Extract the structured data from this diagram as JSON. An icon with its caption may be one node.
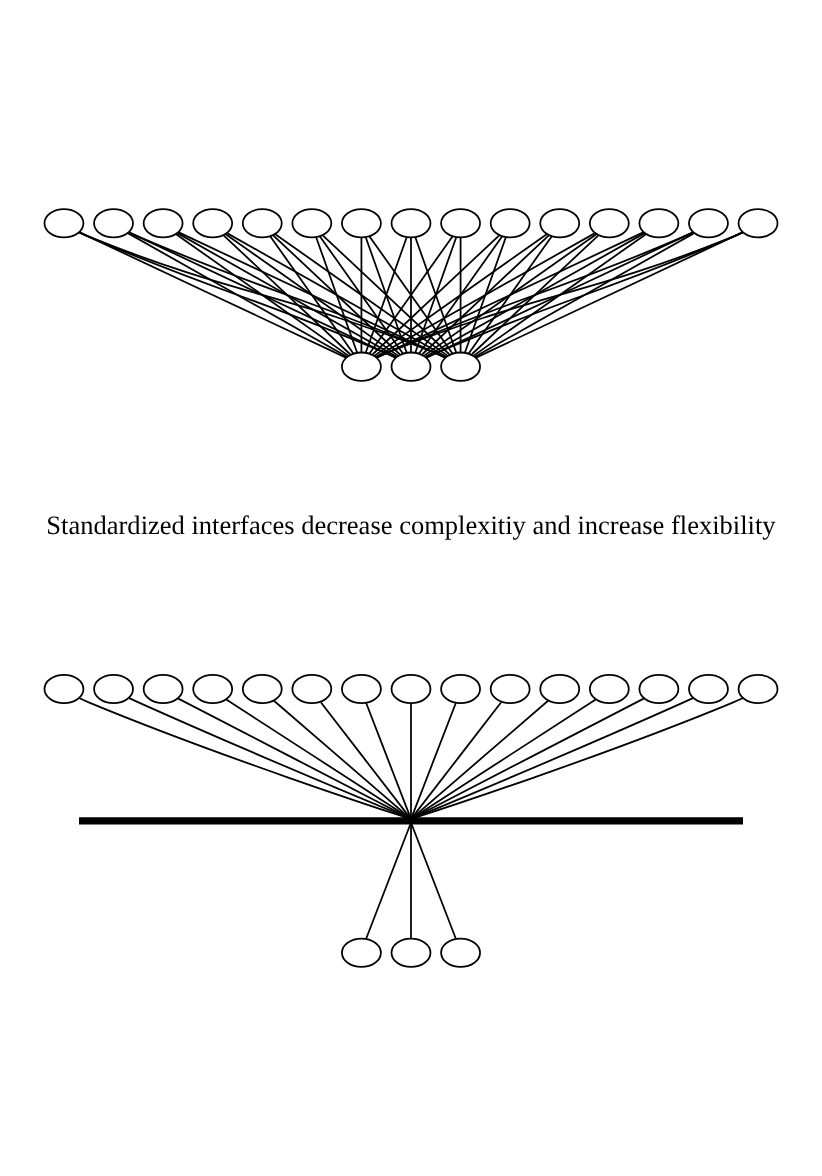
{
  "diagram": {
    "nodes": [
      {
        "text": [],
        "shape": "circle"
      },
      {
        "text": [],
        "shape": "circle"
      },
      {
        "text": [],
        "shape": "circle"
      },
      {
        "text": [],
        "shape": "circle"
      },
      {
        "text": [],
        "shape": "circle"
      },
      {
        "text": [],
        "shape": "circle"
      },
      {
        "text": [],
        "shape": "circle"
      },
      {
        "text": [],
        "shape": "circle"
      },
      {
        "text": [],
        "shape": "circle"
      },
      {
        "text": [],
        "shape": "circle"
      },
      {
        "text": [],
        "shape": "circle"
      },
      {
        "text": [],
        "shape": "circle"
      },
      {
        "text": [],
        "shape": "circle"
      },
      {
        "text": [],
        "shape": "circle"
      },
      {
        "text": [],
        "shape": "circle"
      },
      {
        "text": [],
        "shape": "circle"
      },
      {
        "text": [],
        "shape": "circle"
      },
      {
        "text": [],
        "shape": "circle"
      },
      {
        "text": [],
        "shape": "circle"
      },
      {
        "text": [],
        "shape": "circle"
      },
      {
        "text": [],
        "shape": "circle"
      },
      {
        "text": [],
        "shape": "circle"
      },
      {
        "text": [],
        "shape": "circle"
      },
      {
        "text": [],
        "shape": "circle"
      },
      {
        "text": [],
        "shape": "circle"
      },
      {
        "text": [],
        "shape": "circle"
      },
      {
        "text": [],
        "shape": "circle"
      },
      {
        "text": [],
        "shape": "circle"
      },
      {
        "text": [],
        "shape": "circle"
      },
      {
        "text": [],
        "shape": "circle"
      },
      {
        "text": [],
        "shape": "circle"
      },
      {
        "text": [],
        "shape": "circle"
      },
      {
        "text": [],
        "shape": "circle"
      },
      {
        "text": [],
        "shape": "bar"
      },
      {
        "text": [],
        "shape": "circle"
      },
      {
        "text": [],
        "shape": "circle"
      },
      {
        "text": [],
        "shape": "circle"
      }
    ],
    "edges": [
      {
        "from": 0,
        "to": 15,
        "arrow": "none"
      },
      {
        "from": 0,
        "to": 16,
        "arrow": "none"
      },
      {
        "from": 0,
        "to": 17,
        "arrow": "none"
      },
      {
        "from": 1,
        "to": 15,
        "arrow": "none"
      },
      {
        "from": 1,
        "to": 16,
        "arrow": "none"
      },
      {
        "from": 1,
        "to": 17,
        "arrow": "none"
      },
      {
        "from": 2,
        "to": 15,
        "arrow": "none"
      },
      {
        "from": 2,
        "to": 16,
        "arrow": "none"
      },
      {
        "from": 2,
        "to": 17,
        "arrow": "none"
      },
      {
        "from": 3,
        "to": 15,
        "arrow": "none"
      },
      {
        "from": 3,
        "to": 16,
        "arrow": "none"
      },
      {
        "from": 3,
        "to": 17,
        "arrow": "none"
      },
      {
        "from": 4,
        "to": 15,
        "arrow": "none"
      },
      {
        "from": 4,
        "to": 16,
        "arrow": "none"
      },
      {
        "from": 4,
        "to": 17,
        "arrow": "none"
      },
      {
        "from": 5,
        "to": 15,
        "arrow": "none"
      },
      {
        "from": 5,
        "to": 16,
        "arrow": "none"
      },
      {
        "from": 5,
        "to": 17,
        "arrow": "none"
      },
      {
        "from": 6,
        "to": 15,
        "arrow": "none"
      },
      {
        "from": 6,
        "to": 16,
        "arrow": "none"
      },
      {
        "from": 6,
        "to": 17,
        "arrow": "none"
      },
      {
        "from": 7,
        "to": 15,
        "arrow": "none"
      },
      {
        "from": 7,
        "to": 16,
        "arrow": "none"
      },
      {
        "from": 7,
        "to": 17,
        "arrow": "none"
      },
      {
        "from": 8,
        "to": 15,
        "arrow": "none"
      },
      {
        "from": 8,
        "to": 16,
        "arrow": "none"
      },
      {
        "from": 8,
        "to": 17,
        "arrow": "none"
      },
      {
        "from": 9,
        "to": 15,
        "arrow": "none"
      },
      {
        "from": 9,
        "to": 16,
        "arrow": "none"
      },
      {
        "from": 9,
        "to": 17,
        "arrow": "none"
      },
      {
        "from": 10,
        "to": 15,
        "arrow": "none"
      },
      {
        "from": 10,
        "to": 16,
        "arrow": "none"
      },
      {
        "from": 10,
        "to": 17,
        "arrow": "none"
      },
      {
        "from": 11,
        "to": 15,
        "arrow": "none"
      },
      {
        "from": 11,
        "to": 16,
        "arrow": "none"
      },
      {
        "from": 11,
        "to": 17,
        "arrow": "none"
      },
      {
        "from": 12,
        "to": 15,
        "arrow": "none"
      },
      {
        "from": 12,
        "to": 16,
        "arrow": "none"
      },
      {
        "from": 12,
        "to": 17,
        "arrow": "none"
      },
      {
        "from": 13,
        "to": 15,
        "arrow": "none"
      },
      {
        "from": 13,
        "to": 16,
        "arrow": "none"
      },
      {
        "from": 13,
        "to": 17,
        "arrow": "none"
      },
      {
        "from": 14,
        "to": 15,
        "arrow": "none"
      },
      {
        "from": 14,
        "to": 16,
        "arrow": "none"
      },
      {
        "from": 14,
        "to": 17,
        "arrow": "none"
      },
      {
        "from": 18,
        "to": 33,
        "arrow": "none"
      },
      {
        "from": 19,
        "to": 33,
        "arrow": "none"
      },
      {
        "from": 20,
        "to": 33,
        "arrow": "none"
      },
      {
        "from": 21,
        "to": 33,
        "arrow": "none"
      },
      {
        "from": 22,
        "to": 33,
        "arrow": "none"
      },
      {
        "from": 23,
        "to": 33,
        "arrow": "none"
      },
      {
        "from": 24,
        "to": 33,
        "arrow": "none"
      },
      {
        "from": 25,
        "to": 33,
        "arrow": "none"
      },
      {
        "from": 26,
        "to": 33,
        "arrow": "none"
      },
      {
        "from": 27,
        "to": 33,
        "arrow": "none"
      },
      {
        "from": 28,
        "to": 33,
        "arrow": "none"
      },
      {
        "from": 29,
        "to": 33,
        "arrow": "none"
      },
      {
        "from": 30,
        "to": 33,
        "arrow": "none"
      },
      {
        "from": 31,
        "to": 33,
        "arrow": "none"
      },
      {
        "from": 32,
        "to": 33,
        "arrow": "none"
      },
      {
        "from": 33,
        "to": 34,
        "arrow": "none"
      },
      {
        "from": 33,
        "to": 35,
        "arrow": "none"
      },
      {
        "from": 33,
        "to": 36,
        "arrow": "none"
      }
    ],
    "labels": [
      "Standardized interfaces decrease complexitiy and increase flexibility"
    ]
  }
}
